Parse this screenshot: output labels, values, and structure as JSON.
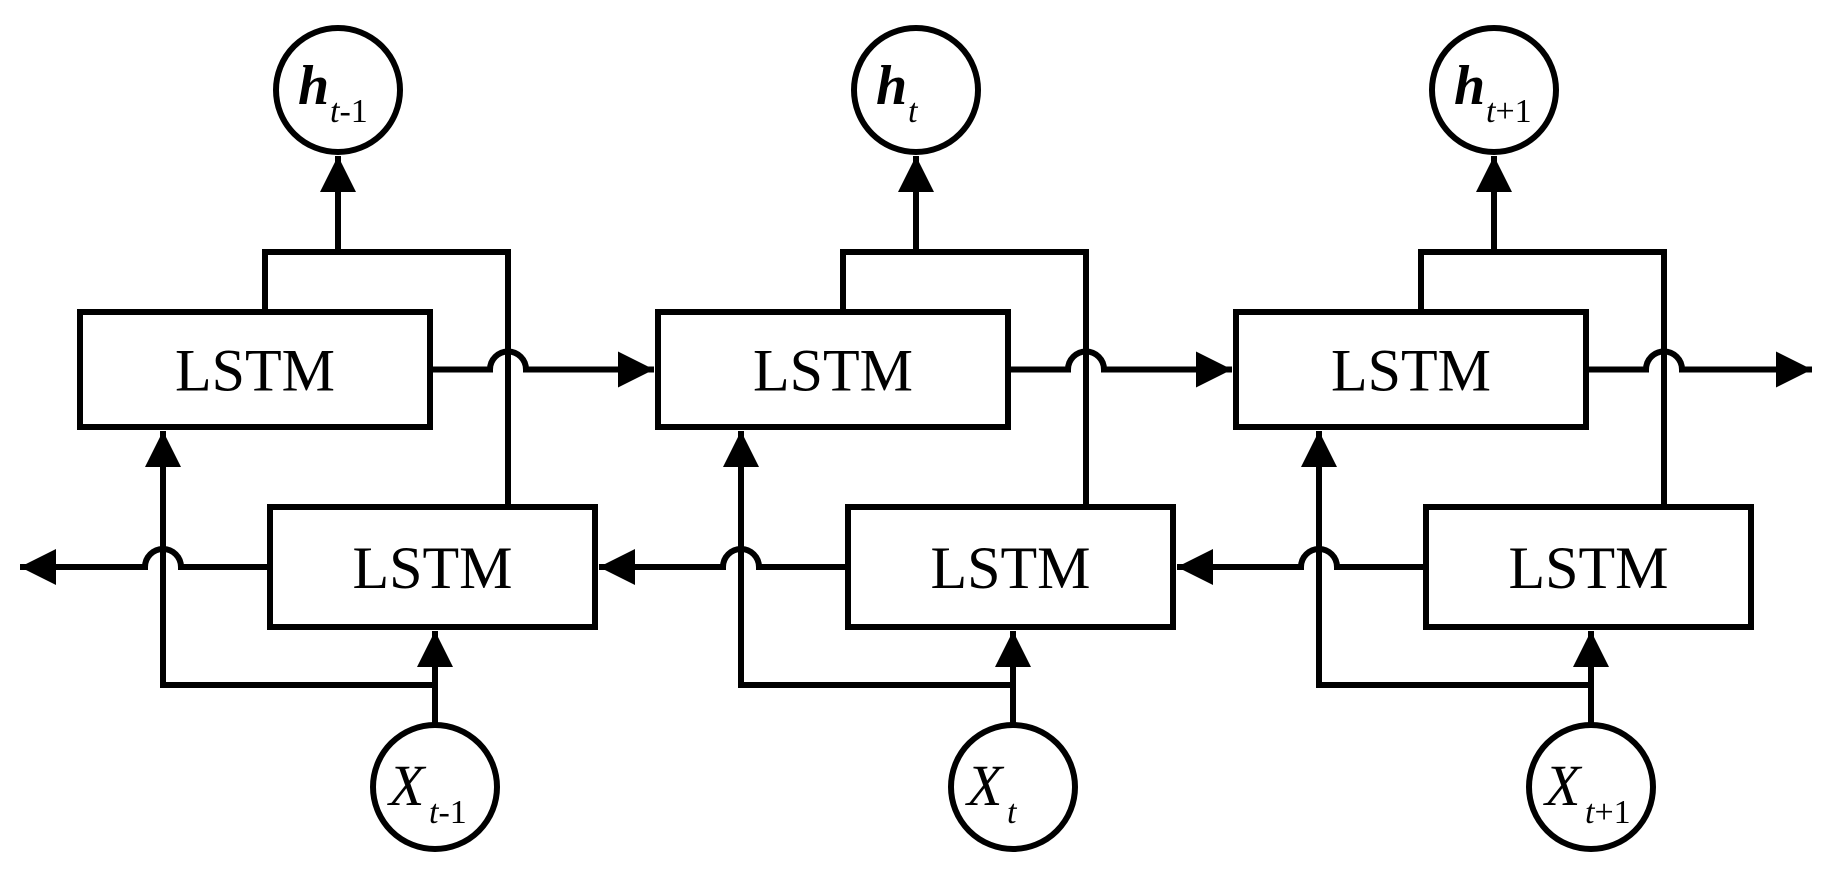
{
  "diagram": {
    "cell_label": "LSTM",
    "forward_cells": [
      {
        "label": "LSTM"
      },
      {
        "label": "LSTM"
      },
      {
        "label": "LSTM"
      }
    ],
    "backward_cells": [
      {
        "label": "LSTM"
      },
      {
        "label": "LSTM"
      },
      {
        "label": "LSTM"
      }
    ],
    "outputs": [
      {
        "symbol": "h",
        "sub_var": "t",
        "sub_rest": "-1"
      },
      {
        "symbol": "h",
        "sub_var": "t",
        "sub_rest": ""
      },
      {
        "symbol": "h",
        "sub_var": "t",
        "sub_rest": "+1"
      }
    ],
    "inputs": [
      {
        "symbol": "X",
        "sub_var": "t",
        "sub_rest": "-1"
      },
      {
        "symbol": "X",
        "sub_var": "t",
        "sub_rest": ""
      },
      {
        "symbol": "X",
        "sub_var": "t",
        "sub_rest": "+1"
      }
    ]
  }
}
